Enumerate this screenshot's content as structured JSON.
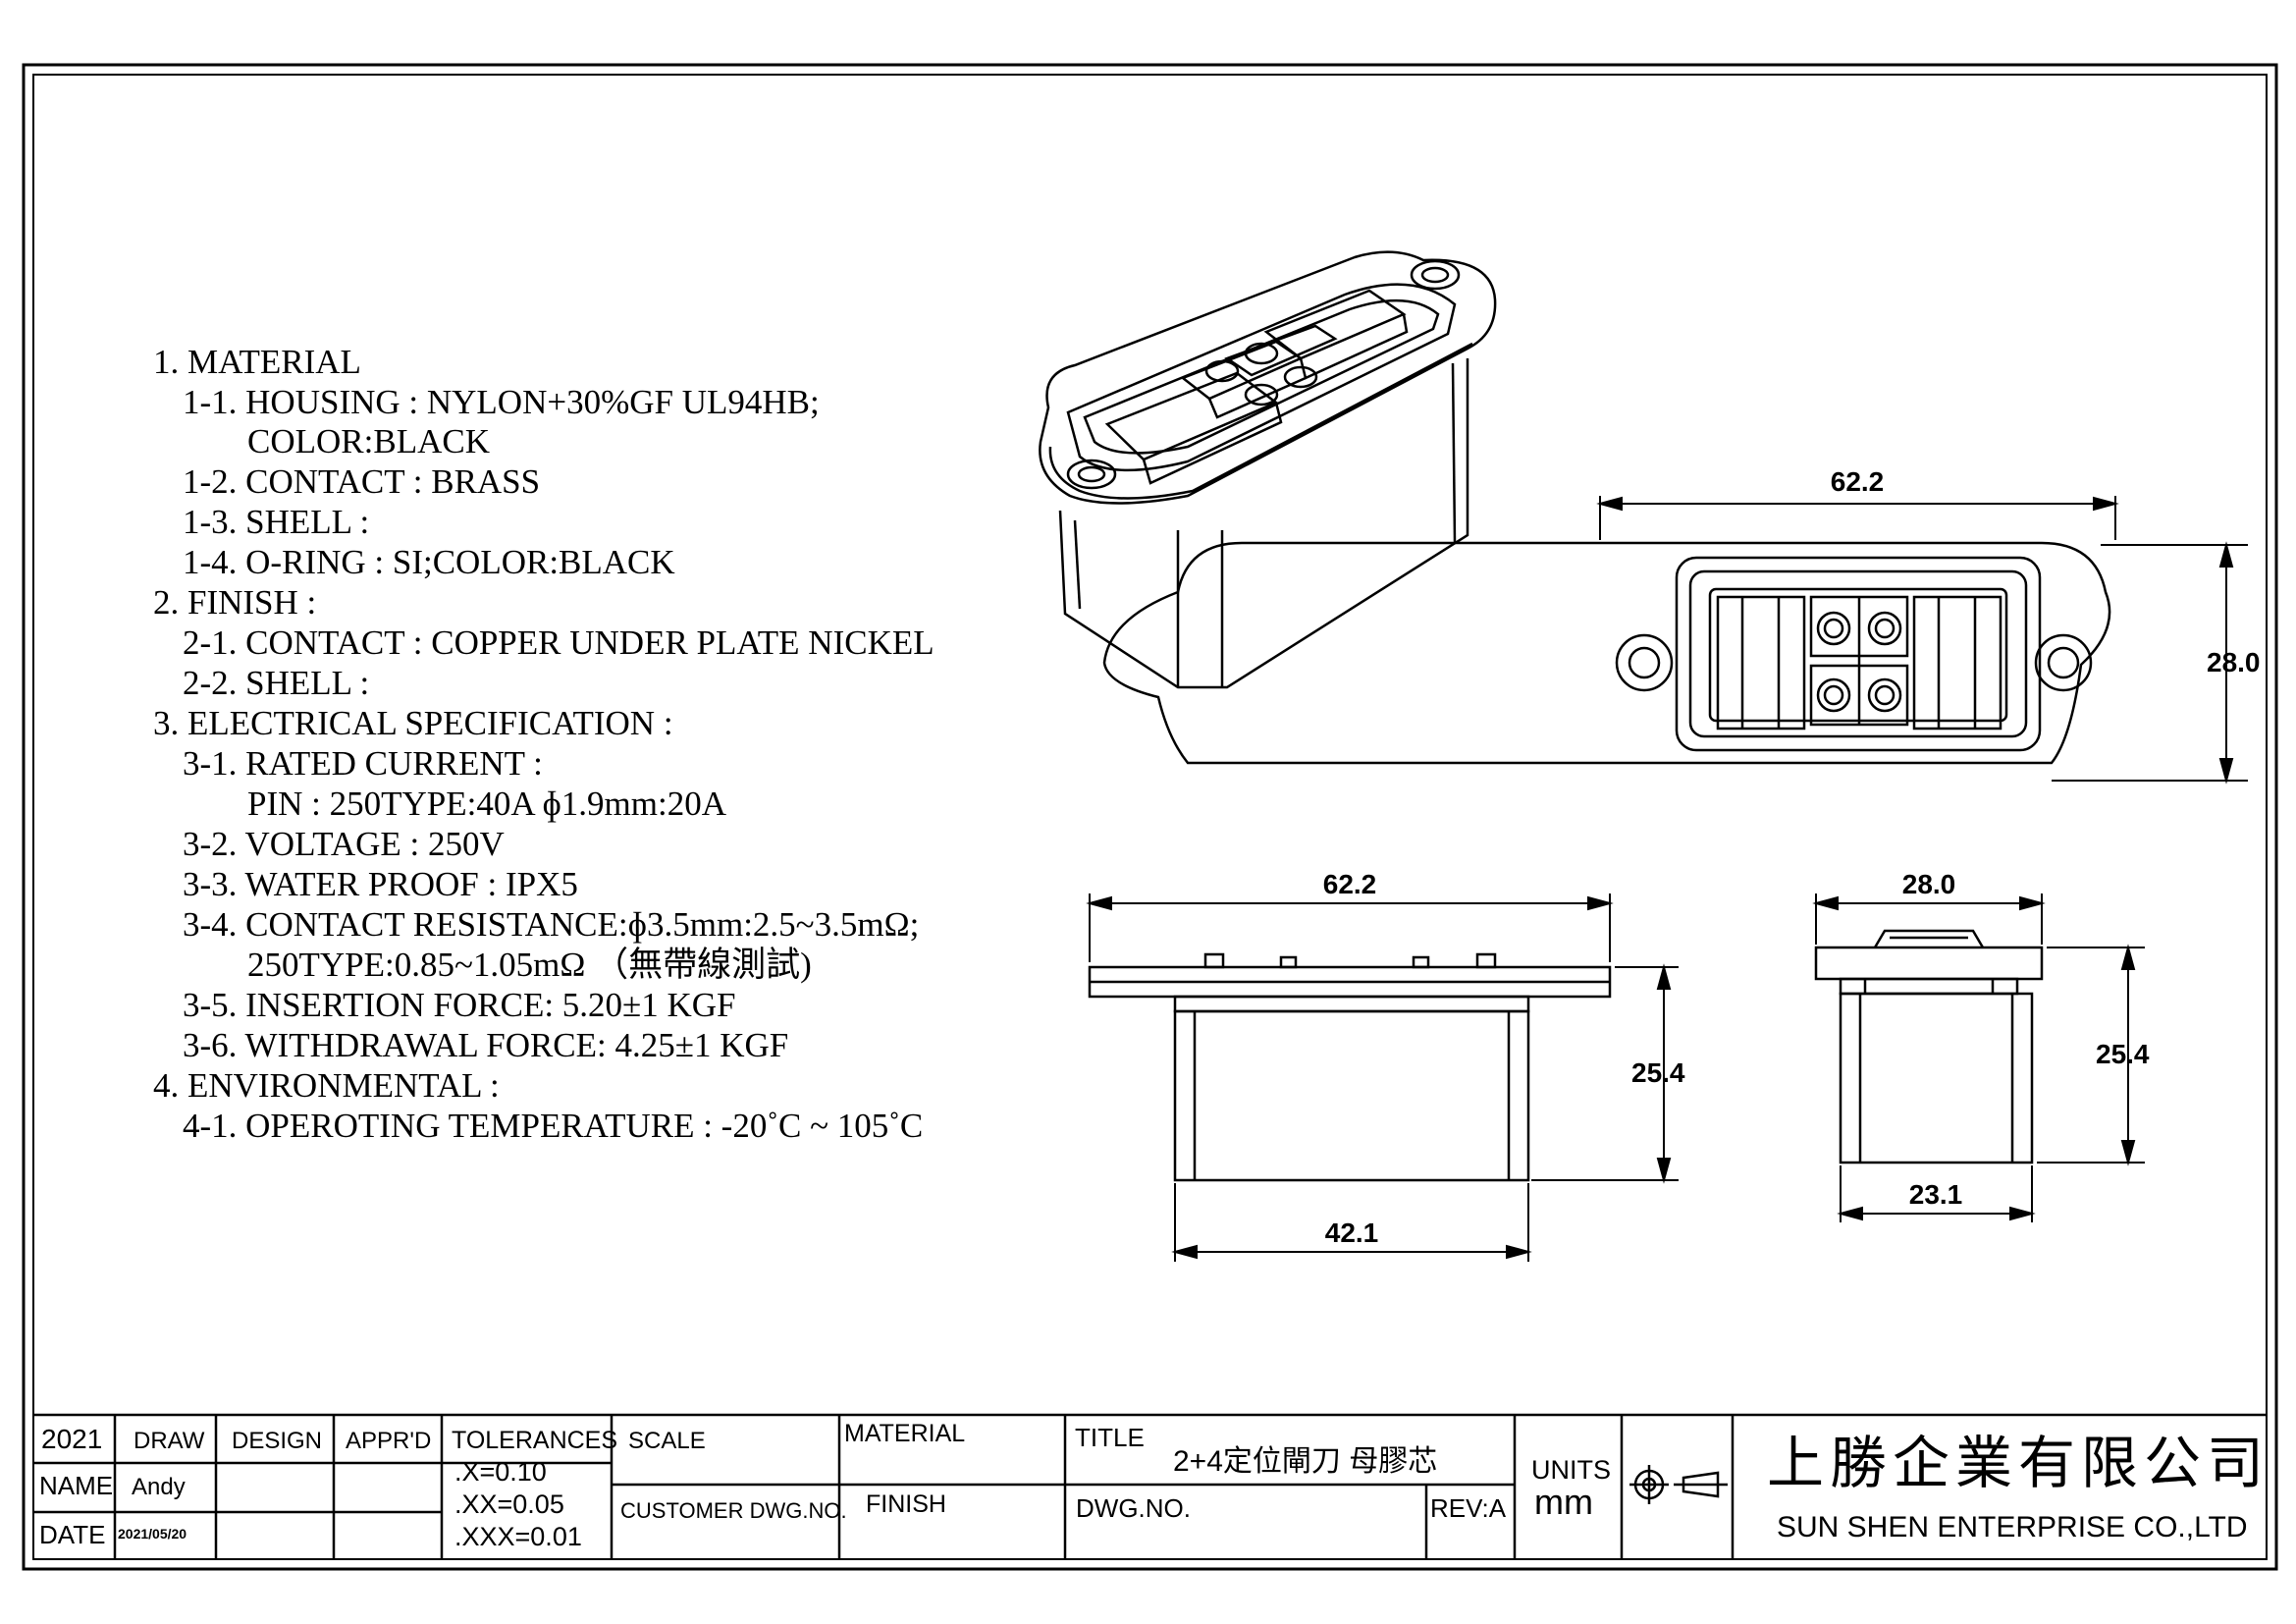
{
  "notes": [
    "1. MATERIAL",
    "1-1. HOUSING : NYLON+30%GF UL94HB;",
    "COLOR:BLACK",
    "1-2. CONTACT : BRASS",
    "1-3. SHELL :",
    "1-4. O-RING : SI;COLOR:BLACK",
    "2. FINISH :",
    "2-1. CONTACT : COPPER UNDER PLATE NICKEL",
    "2-2. SHELL :",
    "3. ELECTRICAL SPECIFICATION :",
    "3-1. RATED CURRENT :",
    "PIN : 250TYPE:40A ɸ1.9mm:20A",
    "3-2. VOLTAGE : 250V",
    "3-3. WATER PROOF : IPX5",
    "3-4. CONTACT RESISTANCE:ɸ3.5mm:2.5~3.5mΩ;",
    "250TYPE:0.85~1.05mΩ （無帶線測試)",
    "3-5. INSERTION FORCE: 5.20±1 KGF",
    "3-6. WITHDRAWAL FORCE: 4.25±1 KGF",
    "4. ENVIRONMENTAL :",
    "4-1. OPEROTING TEMPERATURE : -20˚C ~ 105˚C"
  ],
  "dimensions": {
    "top_width": "62.2",
    "top_height": "28.0",
    "front_width": "62.2",
    "front_body_width": "42.1",
    "front_height": "25.4",
    "side_width": "28.0",
    "side_body_width": "23.1",
    "side_height": "25.4"
  },
  "title_block": {
    "year": "2021",
    "draw": "DRAW",
    "design": "DESIGN",
    "apprd": "APPR'D",
    "tolerances": "TOLERANCES",
    "tol_x": ".X=0.10",
    "tol_xx": ".XX=0.05",
    "tol_xxx": ".XXX=0.01",
    "scale": "SCALE",
    "customer_dwg": "CUSTOMER DWG.NO.",
    "material": "MATERIAL",
    "finish": "FINISH",
    "title_label": "TITLE",
    "title_value": "2+4定位閘刀 母膠芯",
    "dwg_no": "DWG.NO.",
    "rev": "REV:A",
    "units_label": "UNITS",
    "units_value": "mm",
    "name_label": "NAME",
    "name_value": "Andy",
    "date_label": "DATE",
    "date_value": "2021/05/20",
    "company_cn": "上勝企業有限公司",
    "company_en": "SUN SHEN ENTERPRISE CO.,LTD"
  }
}
